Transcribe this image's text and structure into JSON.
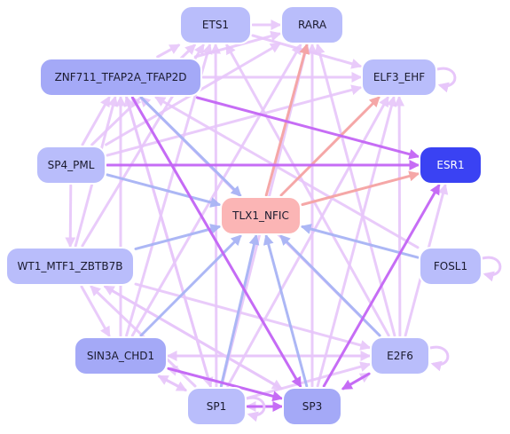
{
  "diagram": {
    "colors": {
      "edge_purple": "#c466f5",
      "edge_lavender": "#e7c6fa",
      "edge_blue": "#a8b4f5",
      "edge_salmon": "#f5a3a3",
      "node_light": "#b9bdfb",
      "node_mid": "#a4a9f7",
      "node_dark": "#3a42f3",
      "node_center": "#fbb5b5"
    },
    "nodes": [
      {
        "id": "ETS1",
        "label": "ETS1",
        "shade": "light"
      },
      {
        "id": "RARA",
        "label": "RARA",
        "shade": "light"
      },
      {
        "id": "ZNF711",
        "label": "ZNF711_TFAP2A_TFAP2D",
        "shade": "mid"
      },
      {
        "id": "ELF3",
        "label": "ELF3_EHF",
        "shade": "light"
      },
      {
        "id": "SP4",
        "label": "SP4_PML",
        "shade": "light"
      },
      {
        "id": "ESR1",
        "label": "ESR1",
        "shade": "dark"
      },
      {
        "id": "TLX1",
        "label": "TLX1_NFIC",
        "shade": "center"
      },
      {
        "id": "WT1",
        "label": "WT1_MTF1_ZBTB7B",
        "shade": "light"
      },
      {
        "id": "FOSL1",
        "label": "FOSL1",
        "shade": "light"
      },
      {
        "id": "SIN3A",
        "label": "SIN3A_CHD1",
        "shade": "mid"
      },
      {
        "id": "E2F6",
        "label": "E2F6",
        "shade": "light"
      },
      {
        "id": "SP1",
        "label": "SP1",
        "shade": "light"
      },
      {
        "id": "SP3",
        "label": "SP3",
        "shade": "mid"
      }
    ],
    "edges": [
      {
        "from": "ZNF711",
        "to": "ESR1",
        "color": "edge_purple"
      },
      {
        "from": "SP4",
        "to": "ESR1",
        "color": "edge_purple"
      },
      {
        "from": "E2F6",
        "to": "ESR1",
        "color": "edge_lavender"
      },
      {
        "from": "SP3",
        "to": "ESR1",
        "color": "edge_purple"
      },
      {
        "from": "TLX1",
        "to": "ESR1",
        "color": "edge_salmon"
      },
      {
        "from": "TLX1",
        "to": "RARA",
        "color": "edge_salmon"
      },
      {
        "from": "TLX1",
        "to": "ELF3",
        "color": "edge_salmon"
      },
      {
        "from": "ZNF711",
        "to": "TLX1",
        "color": "edge_blue"
      },
      {
        "from": "SP4",
        "to": "TLX1",
        "color": "edge_blue"
      },
      {
        "from": "WT1",
        "to": "TLX1",
        "color": "edge_blue"
      },
      {
        "from": "SIN3A",
        "to": "TLX1",
        "color": "edge_blue"
      },
      {
        "from": "SP1",
        "to": "TLX1",
        "color": "edge_blue"
      },
      {
        "from": "SP3",
        "to": "TLX1",
        "color": "edge_blue"
      },
      {
        "from": "E2F6",
        "to": "TLX1",
        "color": "edge_blue"
      },
      {
        "from": "FOSL1",
        "to": "TLX1",
        "color": "edge_blue"
      },
      {
        "from": "ZNF711",
        "to": "SP3",
        "color": "edge_purple"
      },
      {
        "from": "SIN3A",
        "to": "SP3",
        "color": "edge_purple"
      },
      {
        "from": "SP1",
        "to": "SP3",
        "color": "edge_purple"
      },
      {
        "from": "E2F6",
        "to": "SP3",
        "color": "edge_purple"
      },
      {
        "from": "ETS1",
        "to": "RARA",
        "color": "edge_lavender"
      },
      {
        "from": "ZNF711",
        "to": "ETS1",
        "color": "edge_lavender"
      },
      {
        "from": "ZNF711",
        "to": "RARA",
        "color": "edge_lavender"
      },
      {
        "from": "ZNF711",
        "to": "ELF3",
        "color": "edge_lavender"
      },
      {
        "from": "SP4",
        "to": "ZNF711",
        "color": "edge_lavender"
      },
      {
        "from": "SP4",
        "to": "WT1",
        "color": "edge_lavender"
      },
      {
        "from": "SP4",
        "to": "ETS1",
        "color": "edge_lavender"
      },
      {
        "from": "SP4",
        "to": "RARA",
        "color": "edge_lavender"
      },
      {
        "from": "SP4",
        "to": "ELF3",
        "color": "edge_lavender"
      },
      {
        "from": "WT1",
        "to": "ZNF711",
        "color": "edge_lavender"
      },
      {
        "from": "WT1",
        "to": "SIN3A",
        "color": "edge_lavender"
      },
      {
        "from": "WT1",
        "to": "ETS1",
        "color": "edge_lavender"
      },
      {
        "from": "WT1",
        "to": "E2F6",
        "color": "edge_lavender"
      },
      {
        "from": "WT1",
        "to": "SP3",
        "color": "edge_lavender"
      },
      {
        "from": "SIN3A",
        "to": "ZNF711",
        "color": "edge_lavender"
      },
      {
        "from": "SIN3A",
        "to": "ETS1",
        "color": "edge_lavender"
      },
      {
        "from": "SIN3A",
        "to": "RARA",
        "color": "edge_lavender"
      },
      {
        "from": "SIN3A",
        "to": "E2F6",
        "color": "edge_lavender"
      },
      {
        "from": "SIN3A",
        "to": "SP1",
        "color": "edge_lavender"
      },
      {
        "from": "SP1",
        "to": "ZNF711",
        "color": "edge_lavender"
      },
      {
        "from": "SP1",
        "to": "ETS1",
        "color": "edge_lavender"
      },
      {
        "from": "SP1",
        "to": "RARA",
        "color": "edge_lavender"
      },
      {
        "from": "SP1",
        "to": "ELF3",
        "color": "edge_lavender"
      },
      {
        "from": "SP1",
        "to": "E2F6",
        "color": "edge_lavender"
      },
      {
        "from": "SP1",
        "to": "WT1",
        "color": "edge_lavender"
      },
      {
        "from": "SP1",
        "to": "SIN3A",
        "color": "edge_lavender"
      },
      {
        "from": "SP3",
        "to": "ZNF711",
        "color": "edge_lavender"
      },
      {
        "from": "SP3",
        "to": "RARA",
        "color": "edge_lavender"
      },
      {
        "from": "SP3",
        "to": "ELF3",
        "color": "edge_lavender"
      },
      {
        "from": "SP3",
        "to": "WT1",
        "color": "edge_lavender"
      },
      {
        "from": "SP3",
        "to": "SIN3A",
        "color": "edge_lavender"
      },
      {
        "from": "SP3",
        "to": "E2F6",
        "color": "edge_lavender"
      },
      {
        "from": "SP3",
        "to": "SP1",
        "color": "edge_lavender"
      },
      {
        "from": "E2F6",
        "to": "ZNF711",
        "color": "edge_lavender"
      },
      {
        "from": "E2F6",
        "to": "ETS1",
        "color": "edge_lavender"
      },
      {
        "from": "E2F6",
        "to": "RARA",
        "color": "edge_lavender"
      },
      {
        "from": "E2F6",
        "to": "ELF3",
        "color": "edge_lavender"
      },
      {
        "from": "E2F6",
        "to": "SIN3A",
        "color": "edge_lavender"
      },
      {
        "from": "FOSL1",
        "to": "ZNF711",
        "color": "edge_lavender"
      },
      {
        "from": "ETS1",
        "to": "ELF3",
        "color": "edge_lavender"
      },
      {
        "from": "ZNF711",
        "to": "SP1",
        "color": "edge_lavender"
      }
    ],
    "self_loops": [
      "ELF3",
      "FOSL1",
      "E2F6",
      "SP1"
    ]
  }
}
